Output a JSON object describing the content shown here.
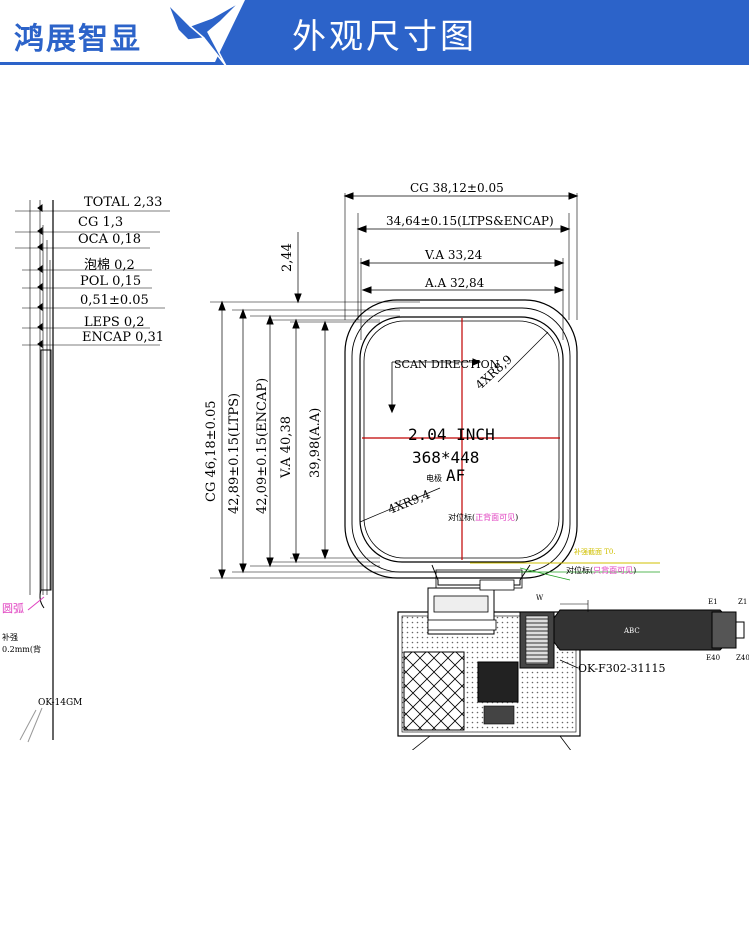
{
  "header": {
    "brand": "鸿展智显",
    "title": "外观尺寸图"
  },
  "colors": {
    "brand_blue": "#2c63c9",
    "cross_red": "#c00000",
    "pink": "#e040c0",
    "yellow": "#d0c000",
    "green": "#20a020"
  },
  "icons": {
    "brand_logo": "bird-logo-icon"
  },
  "side_view": {
    "labels": [
      "TOTAL 2,33",
      "CG 1,3",
      "OCA 0,18",
      "泡棉 0,2",
      "POL 0,15",
      "0,51±0.05",
      "LEPS 0,2",
      "ENCAP 0,31"
    ],
    "note_bend": "圆弧",
    "note_reinforce": "补强",
    "note_reinforce_2": "0.2mm(背",
    "note_part": "OK-14GM"
  },
  "front_view": {
    "dim_cg_width": "CG 38,12±0.05",
    "dim_ltps_width": "34,64±0.15(LTPS&ENCAP)",
    "dim_va_width": "V.A 33,24",
    "dim_aa_width": "A.A 32,84",
    "dim_top_offset": "2,44",
    "dim_cg_height": "CG 46,18±0.05",
    "dim_ltps_height": "42,89±0.15(LTPS)",
    "dim_encap_height": "42,09±0.15(ENCAP)",
    "dim_va_height": "V.A 40,38",
    "dim_aa_height": "39,98(A.A)",
    "scan_direction": "SCAN DIRECTION",
    "radius_outer": "4XR8,9",
    "radius_inner": "4XR9,4",
    "size_label": "2.04 INCH",
    "resolution": "368*448",
    "af_label": "AF",
    "ic_label": "电极",
    "align_mark_front": "对位标(",
    "align_mark_front_colored": "正背面可见",
    "align_mark_front_close": ")",
    "fpc_note": "补强截面 T0.",
    "align_mark_back": "对位标(",
    "align_mark_back_colored": "只背面可见",
    "align_mark_back_close": ")",
    "connector_part": "OK-F302-31115",
    "fpc_pin_e1": "E1",
    "fpc_pin_z1": "Z1",
    "fpc_pin_e40": "E40",
    "fpc_pin_z40": "Z40",
    "fpc_tag": "ABC",
    "dim_w": "W"
  }
}
